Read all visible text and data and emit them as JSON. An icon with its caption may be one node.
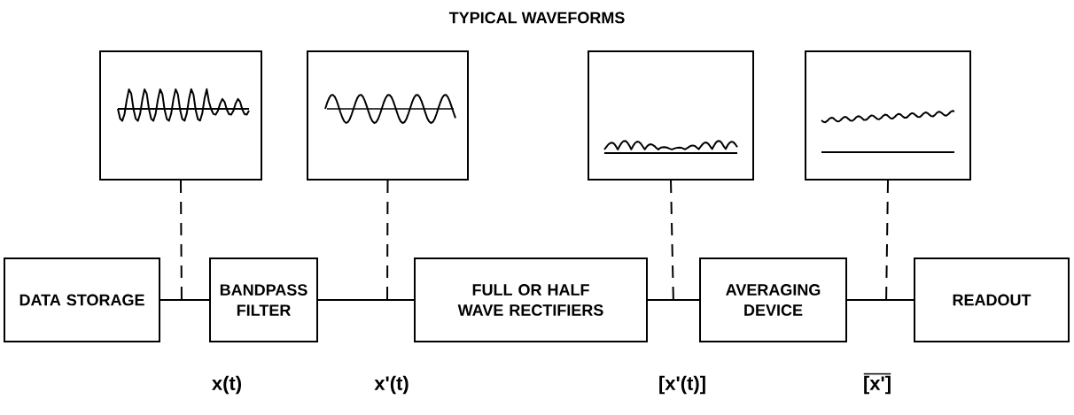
{
  "diagram": {
    "title": "TYPICAL WAVEFORMS",
    "nodes": [
      {
        "text": [
          "DATA STORAGE"
        ]
      },
      {
        "text": [
          "BANDPASS FILTER"
        ]
      },
      {
        "text": [
          "FULL OR HALF WAVE RECTIFIERS"
        ]
      },
      {
        "text": [
          "AVERAGING DEVICE"
        ]
      },
      {
        "text": [
          "READOUT"
        ]
      },
      {
        "text": [],
        "shape": "picture"
      },
      {
        "text": [],
        "shape": "picture"
      },
      {
        "text": [],
        "shape": "picture"
      },
      {
        "text": [],
        "shape": "picture"
      }
    ],
    "edges": [
      {
        "from": 0,
        "to": 1,
        "arrow": "none"
      },
      {
        "from": 1,
        "to": 2,
        "arrow": "none"
      },
      {
        "from": 2,
        "to": 3,
        "arrow": "none"
      },
      {
        "from": 3,
        "to": 4,
        "arrow": "none"
      },
      {
        "from": 5,
        "to": null,
        "arrow": "none",
        "style": "dashed"
      },
      {
        "from": 6,
        "to": null,
        "arrow": "none",
        "style": "dashed"
      },
      {
        "from": 7,
        "to": null,
        "arrow": "none",
        "style": "dashed"
      },
      {
        "from": 8,
        "to": null,
        "arrow": "none",
        "style": "dashed"
      }
    ],
    "labels": [
      "x(t)",
      "x'(t)",
      "[x'(t)]",
      "[x']"
    ]
  }
}
